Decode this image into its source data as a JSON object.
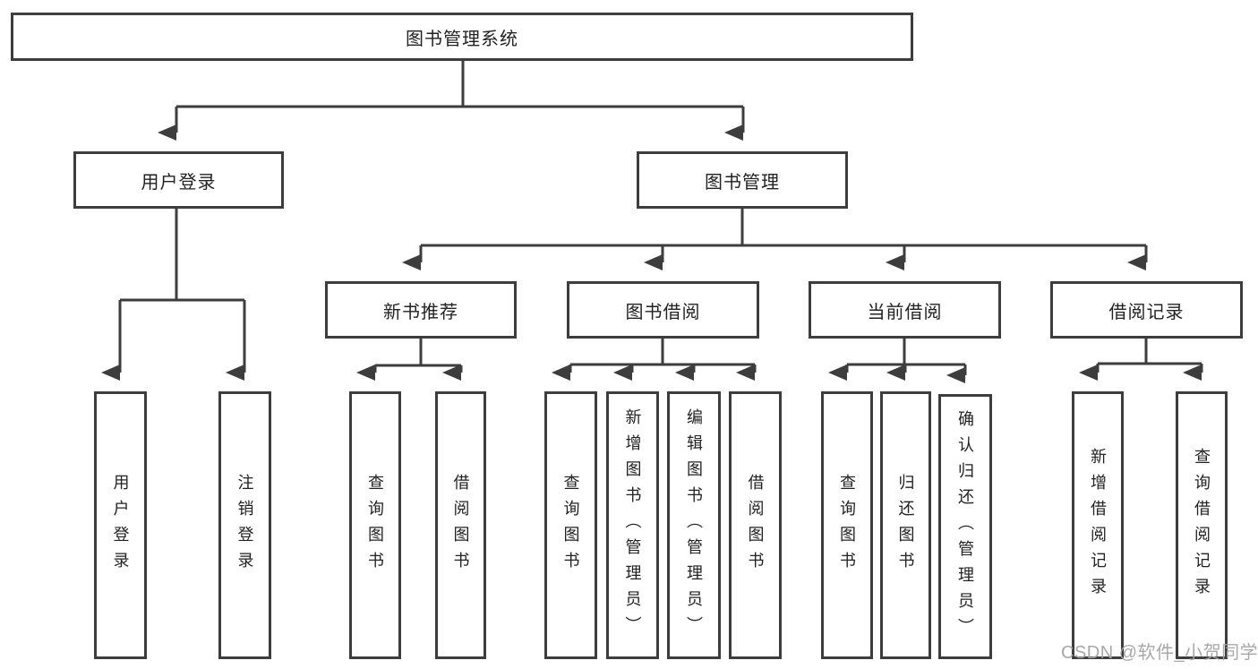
{
  "diagram": {
    "title": "图书管理系统",
    "watermark": "CSDN @软件_小贺同学",
    "colors": {
      "background": "#ffffff",
      "line": "#3d3d3d",
      "box_border": "#3d3d3d",
      "text": "#222222",
      "watermark_text": "#a3a3a3"
    },
    "nodes": {
      "root": {
        "label": "图书管理系统"
      },
      "level2": [
        {
          "label": "用户登录"
        },
        {
          "label": "图书管理"
        }
      ],
      "level3": [
        {
          "label": "新书推荐",
          "parent": "图书管理"
        },
        {
          "label": "图书借阅",
          "parent": "图书管理"
        },
        {
          "label": "当前借阅",
          "parent": "图书管理"
        },
        {
          "label": "借阅记录",
          "parent": "图书管理"
        }
      ],
      "leaves": [
        {
          "label": "用户登录",
          "parent": "用户登录"
        },
        {
          "label": "注销登录",
          "parent": "用户登录"
        },
        {
          "label": "查询图书",
          "parent": "新书推荐"
        },
        {
          "label": "借阅图书",
          "parent": "新书推荐"
        },
        {
          "label": "查询图书",
          "parent": "图书借阅"
        },
        {
          "label": "新增图书（管理员）",
          "parent": "图书借阅"
        },
        {
          "label": "编辑图书（管理员）",
          "parent": "图书借阅"
        },
        {
          "label": "借阅图书",
          "parent": "图书借阅"
        },
        {
          "label": "查询图书",
          "parent": "当前借阅"
        },
        {
          "label": "归还图书",
          "parent": "当前借阅"
        },
        {
          "label": "确认归还（管理员）",
          "parent": "当前借阅"
        },
        {
          "label": "新增借阅记录",
          "parent": "借阅记录"
        },
        {
          "label": "查询借阅记录",
          "parent": "借阅记录"
        }
      ]
    }
  }
}
